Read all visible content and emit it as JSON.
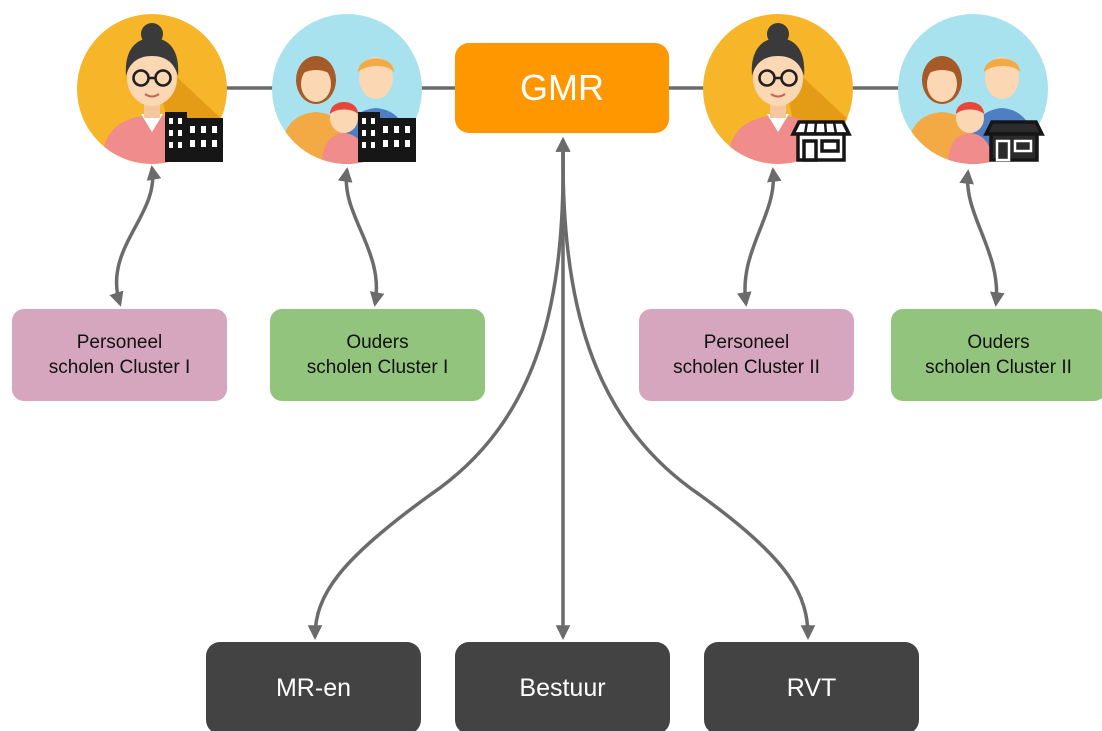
{
  "center": {
    "label": "GMR",
    "color": "#ff9800"
  },
  "groups": [
    {
      "line1": "Personeel",
      "line2": "scholen Cluster I",
      "color": "#d5a6bd"
    },
    {
      "line1": "Ouders",
      "line2": "scholen Cluster I",
      "color": "#93c47d"
    },
    {
      "line1": "Personeel",
      "line2": "scholen Cluster II",
      "color": "#d5a6bd"
    },
    {
      "line1": "Ouders",
      "line2": "scholen Cluster II",
      "color": "#93c47d"
    }
  ],
  "bottom": [
    {
      "label": "MR-en"
    },
    {
      "label": "Bestuur"
    },
    {
      "label": "RVT"
    }
  ],
  "icons": [
    "teacher-school-icon",
    "family-school-icon",
    "teacher-store-icon",
    "family-store-icon"
  ],
  "colors": {
    "arrow": "#6b6b6b",
    "dark_box": "#434343"
  }
}
